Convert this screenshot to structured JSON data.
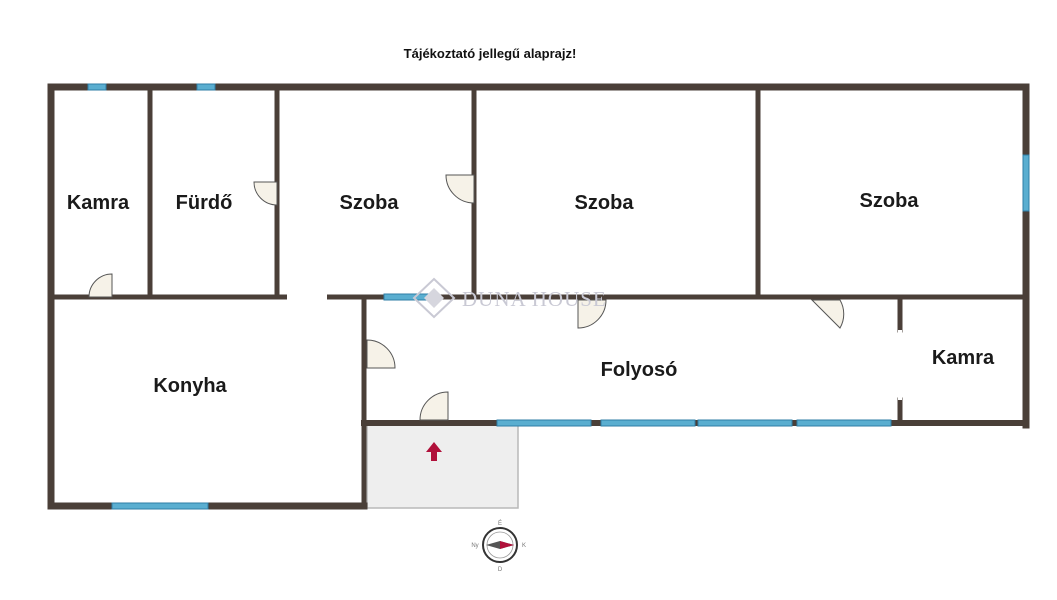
{
  "title": "Tájékoztató jellegű alaprajz!",
  "watermark": "DUNA HOUSE",
  "compass": {
    "n": "É",
    "s": "D",
    "e": "K",
    "w": "Ny"
  },
  "rooms": {
    "kamra_left": "Kamra",
    "furdo": "Fürdő",
    "szoba_1": "Szoba",
    "szoba_2": "Szoba",
    "szoba_3": "Szoba",
    "konyha": "Konyha",
    "folyoso": "Folyosó",
    "kamra_right": "Kamra"
  },
  "colors": {
    "wall": "#4a3f38",
    "window": "#5aaed0",
    "terrace": "#eeeeee",
    "door": "#f6f2e8",
    "arrow": "#b0103a"
  }
}
